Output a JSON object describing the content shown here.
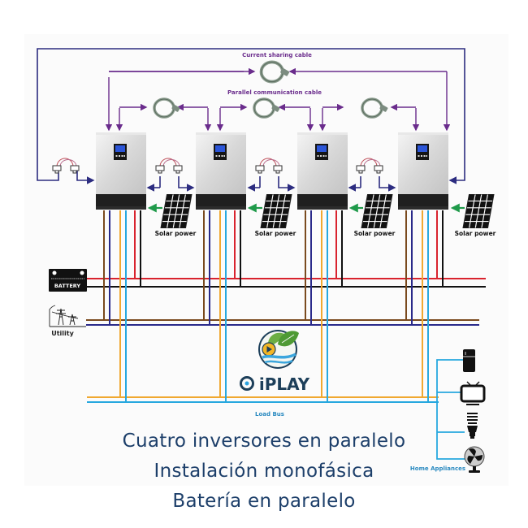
{
  "labels": {
    "current_sharing_cable": "Current sharing cable",
    "parallel_communication_cable": "Parallel communication cable",
    "solar_power": "Solar power",
    "battery": "BATTERY",
    "utility": "Utility",
    "load_bus": "Load Bus",
    "home_appliances": "Home Appliances"
  },
  "logo": {
    "text": "OiPLAY"
  },
  "captions": [
    "Cuatro inversores en paralelo",
    "Instalación monofásica",
    "Batería en paralelo"
  ],
  "inverters": [
    {
      "id": 1,
      "icon": "inverter-icon"
    },
    {
      "id": 2,
      "icon": "inverter-icon"
    },
    {
      "id": 3,
      "icon": "inverter-icon"
    },
    {
      "id": 4,
      "icon": "inverter-icon"
    }
  ],
  "appliances": [
    "refrigerator-icon",
    "tv-icon",
    "light-bulb-icon",
    "fan-icon"
  ],
  "colors": {
    "comm_cable": "#6a2c8c",
    "sharing_cable": "#2c2c80",
    "solar_arrow": "#1f9a4a",
    "battery_positive": "#d9232e",
    "battery_negative": "#111111",
    "utility_line": "#7a4a1e",
    "utility_neutral": "#2a2a8a",
    "load_line": "#f0a830",
    "load_neutral": "#27a8df",
    "caption_text": "#1d3f6a"
  }
}
